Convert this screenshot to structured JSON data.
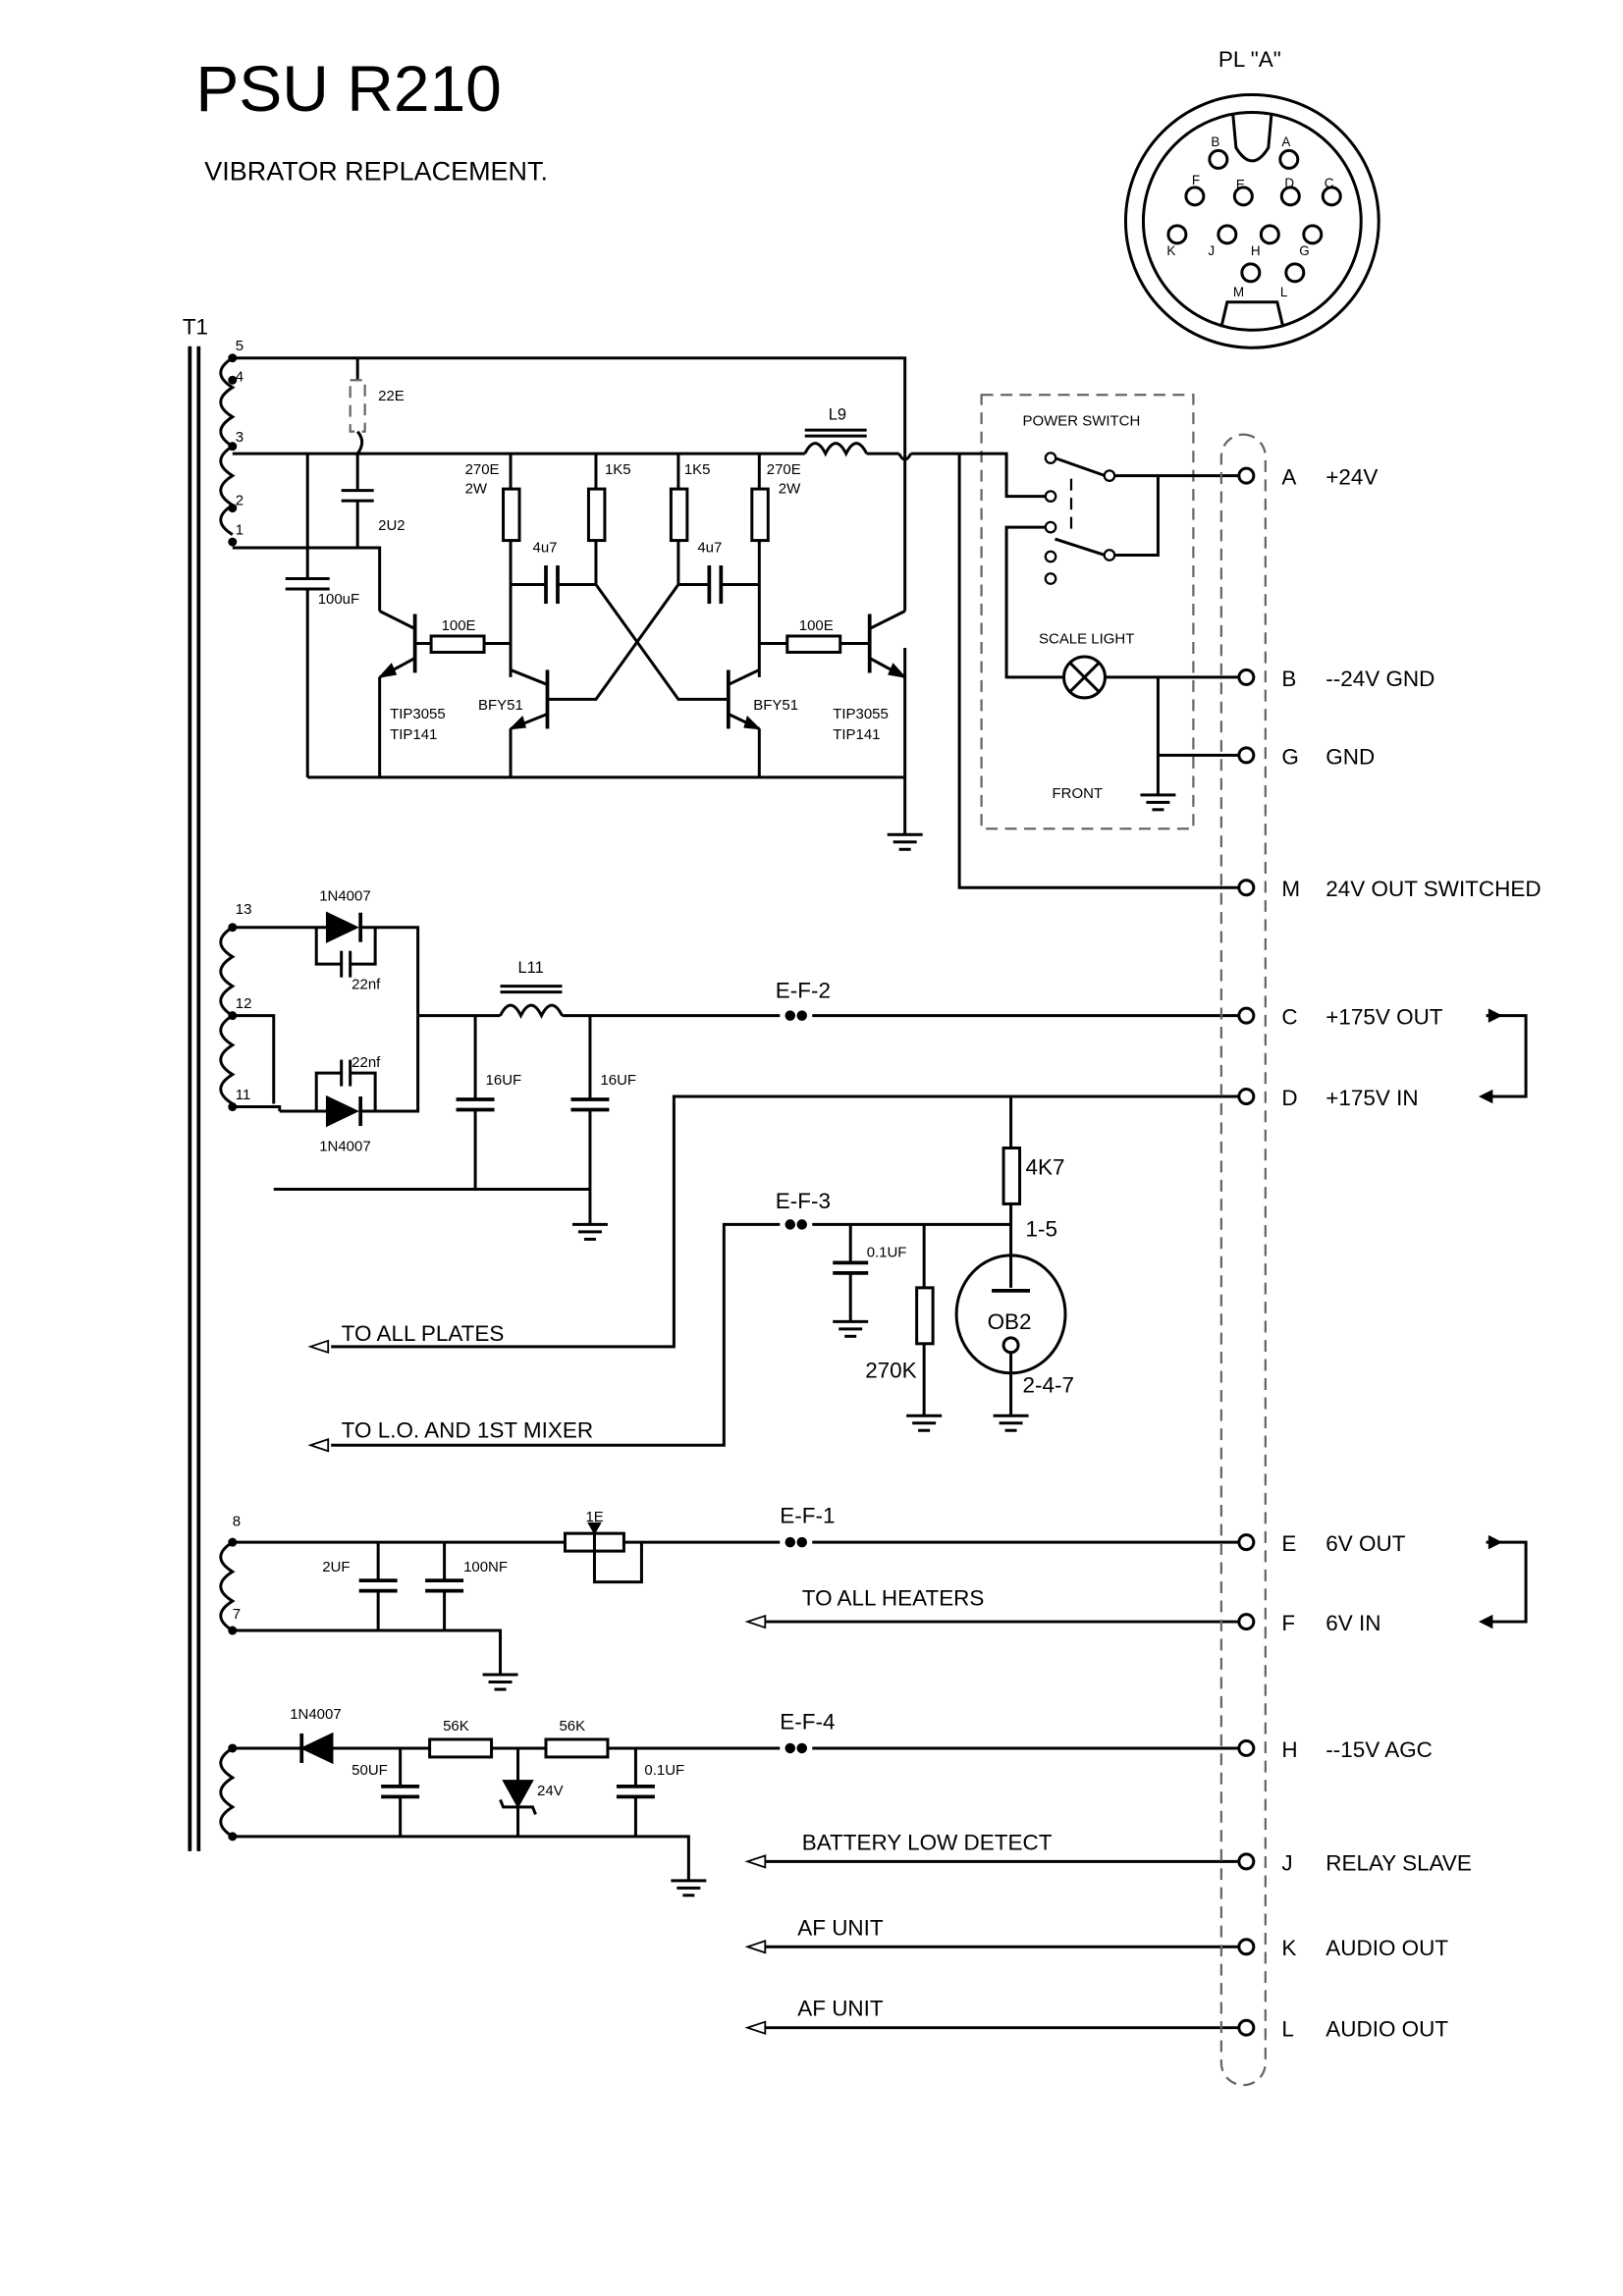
{
  "title": "PSU R210",
  "subtitle": "VIBRATOR REPLACEMENT.",
  "connector": {
    "label": "PL \"A\"",
    "pins": [
      "B",
      "A",
      "F",
      "E",
      "D",
      "C",
      "K",
      "J",
      "H",
      "G",
      "M",
      "L"
    ]
  },
  "transformer": {
    "label": "T1",
    "taps_top": [
      "5",
      "4",
      "3",
      "2",
      "1"
    ],
    "taps_mid": [
      "13",
      "12",
      "11"
    ],
    "taps_low": [
      "8",
      "7"
    ]
  },
  "components": {
    "r22e": "22E",
    "c2u2": "2U2",
    "c100uf": "100uF",
    "r270e_l": "270E",
    "r270e_l_w": "2W",
    "r1k5_l": "1K5",
    "r1k5_r": "1K5",
    "r270e_r": "270E",
    "r270e_r_w": "2W",
    "c4u7_l": "4u7",
    "c4u7_r": "4u7",
    "r100e_l": "100E",
    "r100e_r": "100E",
    "l9": "L9",
    "q_out_l_1": "TIP3055",
    "q_out_l_2": "TIP141",
    "q_drv_l": "BFY51",
    "q_drv_r": "BFY51",
    "q_out_r_1": "TIP3055",
    "q_out_r_2": "TIP141",
    "power_switch": "POWER SWITCH",
    "scale_light": "SCALE LIGHT",
    "front": "FRONT",
    "d1": "1N4007",
    "c22nf_1": "22nf",
    "c22nf_2": "22nf",
    "d2": "1N4007",
    "l11": "L11",
    "c16uf_1": "16UF",
    "c16uf_2": "16UF",
    "ef2": "E-F-2",
    "r4k7": "4K7",
    "ob2_top": "1-5",
    "ef3": "E-F-3",
    "c01uf_a": "0.1UF",
    "r270k": "270K",
    "ob2": "OB2",
    "ob2_bottom": "2-4-7",
    "ef1": "E-F-1",
    "r1e": "1E",
    "c2uf": "2UF",
    "c100nf": "100NF",
    "d3": "1N4007",
    "r56k_1": "56K",
    "r56k_2": "56K",
    "c50uf": "50UF",
    "z24v": "24V",
    "c01uf_b": "0.1UF",
    "ef4": "E-F-4"
  },
  "nets": {
    "to_all_plates": "TO ALL PLATES",
    "to_lo_mixer": "TO L.O. AND 1ST MIXER",
    "to_all_heaters": "TO ALL HEATERS",
    "battery_low": "BATTERY LOW DETECT",
    "af_unit_1": "AF UNIT",
    "af_unit_2": "AF UNIT"
  },
  "terminals": [
    {
      "pin": "A",
      "label": "+24V"
    },
    {
      "pin": "B",
      "label": "--24V  GND"
    },
    {
      "pin": "G",
      "label": "GND"
    },
    {
      "pin": "M",
      "label": "24V OUT SWITCHED"
    },
    {
      "pin": "C",
      "label": "+175V OUT"
    },
    {
      "pin": "D",
      "label": "+175V IN"
    },
    {
      "pin": "E",
      "label": "6V OUT"
    },
    {
      "pin": "F",
      "label": "6V IN"
    },
    {
      "pin": "H",
      "label": "--15V AGC"
    },
    {
      "pin": "J",
      "label": "RELAY SLAVE"
    },
    {
      "pin": "K",
      "label": "AUDIO OUT"
    },
    {
      "pin": "L",
      "label": "AUDIO OUT"
    }
  ]
}
